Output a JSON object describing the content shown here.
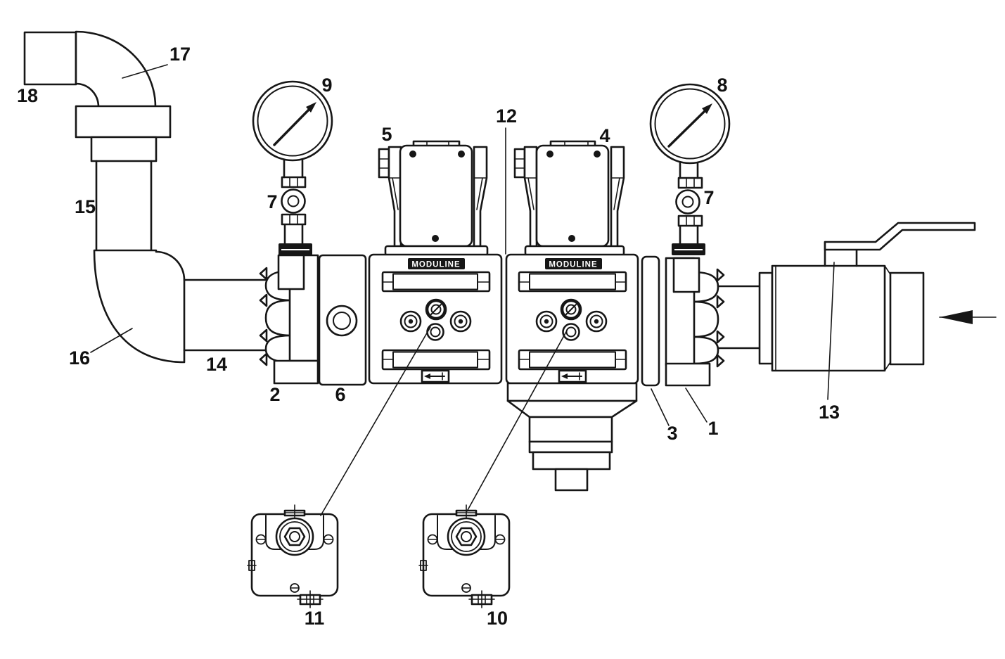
{
  "figure": {
    "type": "technical-parts-diagram",
    "description": "Exploded side view of a pneumatic valve manifold with numbered callouts",
    "background_color": "#ffffff",
    "line_color": "#161616"
  },
  "module_badge_text": "MODULINE",
  "flow_arrow": {
    "direction": "left"
  },
  "callouts": {
    "n1": "1",
    "n2": "2",
    "n3": "3",
    "n4": "4",
    "n5": "5",
    "n6": "6",
    "n7_left": "7",
    "n7_right": "7",
    "n8": "8",
    "n9": "9",
    "n10": "10",
    "n11": "11",
    "n12": "12",
    "n13": "13",
    "n14": "14",
    "n15": "15",
    "n16": "16",
    "n17": "17",
    "n18": "18"
  }
}
